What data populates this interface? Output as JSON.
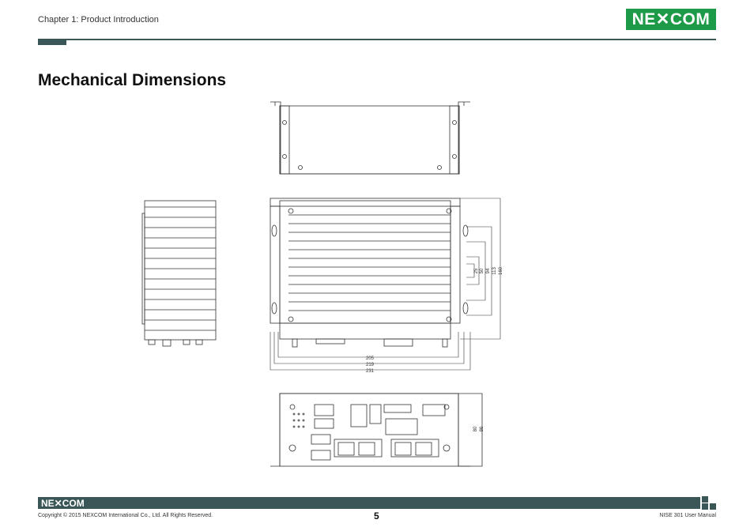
{
  "header": {
    "chapter": "Chapter 1: Product Introduction",
    "logo_text": "NE✕COM",
    "brand_color": "#1d9a48",
    "bar_color": "#3b5656"
  },
  "page_title": "Mechanical Dimensions",
  "drawing": {
    "width_dims": [
      "205",
      "219",
      "231"
    ],
    "height_dims": [
      "25",
      "50",
      "94",
      "113",
      "160"
    ],
    "depth_dims": [
      "80",
      "86"
    ]
  },
  "footer": {
    "logo_text": "NE✕COM",
    "copyright": "Copyright © 2015 NEXCOM International Co., Ltd. All Rights Reserved.",
    "page_number": "5",
    "manual_name": "NISE 301 User Manual"
  }
}
